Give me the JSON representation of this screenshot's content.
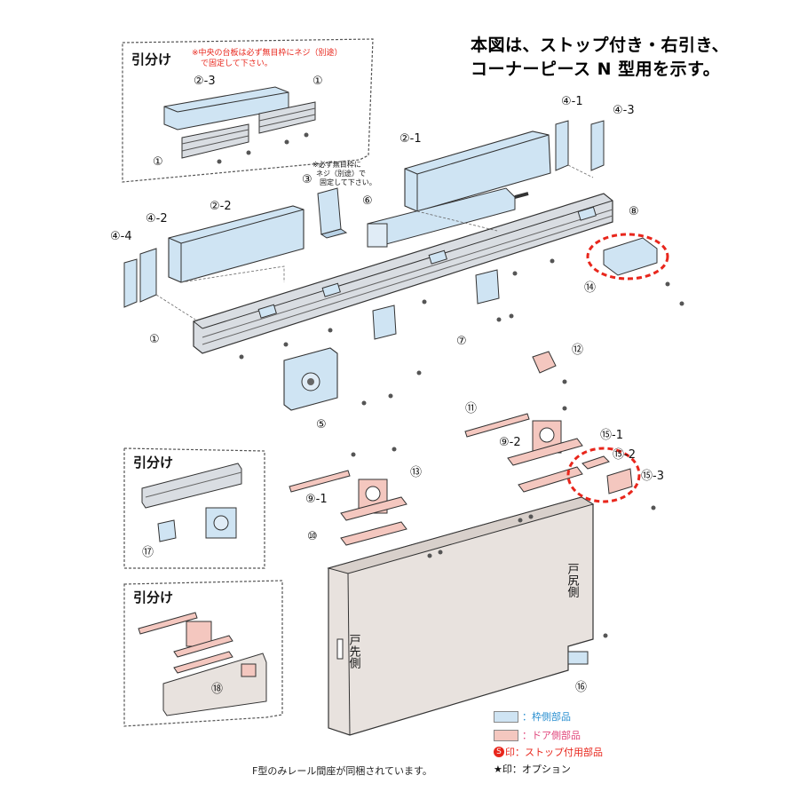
{
  "title": {
    "line1": "本図は、ストップ付き・右引き、",
    "line2": "コーナーピース N 型用を示す。"
  },
  "insets": {
    "top_label": "引分け",
    "top_note_line1": "※中央の台板は必ず無目枠にネジ（別途）",
    "top_note_line2": "で固定して下さい。",
    "mid_label": "引分け",
    "bottom_label": "引分け"
  },
  "notes": {
    "part3_line1": "※必ず無目枠に",
    "part3_line2": "ネジ（別途）で",
    "part3_line3": "固定して下さい。"
  },
  "parts": {
    "p2_3": "②-3",
    "p1_top": "①",
    "p1_inset": "①",
    "p2_1": "②-1",
    "p4_1": "④-1",
    "p4_3": "④-3",
    "p3": "③",
    "p6": "⑥",
    "p2_2": "②-2",
    "p4_2": "④-2",
    "p4_4": "④-4",
    "p8": "⑧",
    "p14": "⑭",
    "p1_main": "①",
    "p7": "⑦",
    "p5": "⑤",
    "p12": "⑫",
    "p11": "⑪",
    "p9_2": "⑨-2",
    "p15_1": "⑮-1",
    "p15_2": "⑮-2",
    "p15_3": "⑮-3",
    "p13": "⑬",
    "p9_1": "⑨-1",
    "p10": "⑩",
    "p17": "⑰",
    "p18": "⑱",
    "p16": "⑯"
  },
  "door": {
    "tail_side": "戸尻側",
    "front_side": "戸先側"
  },
  "legend": {
    "frame_parts": "：枠側部品",
    "door_parts": "：ドア側部品",
    "stop_parts": "：ストップ付用部品",
    "stop_mark": "S",
    "stop_mark_prefix": "印",
    "option_parts": "：オプション",
    "option_mark": "★印"
  },
  "footnote": "F型のみレール間座が同梱されています。",
  "colors": {
    "frame_part": "#cfe4f3",
    "door_part": "#f4c7bf",
    "stop_mark": "#e8261c",
    "highlight_dash": "#e8261c",
    "line": "#333333",
    "door_panel": "#e8e2de",
    "rail": "#d9dde2"
  }
}
